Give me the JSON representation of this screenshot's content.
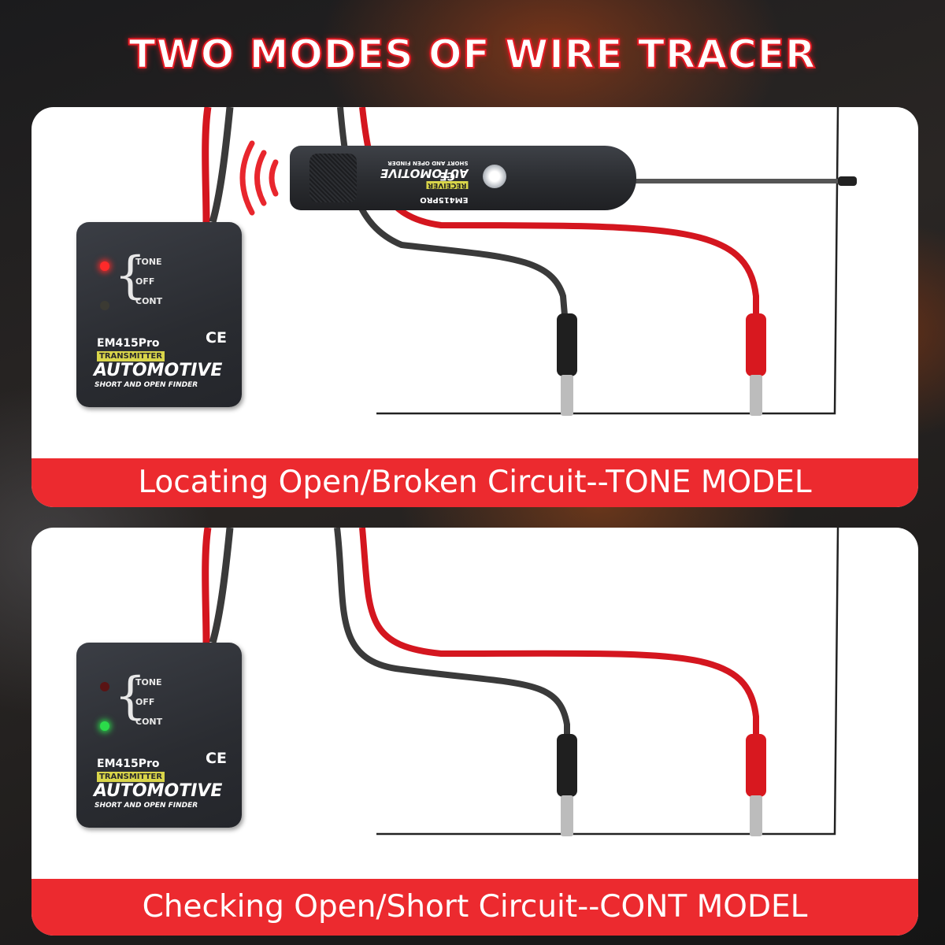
{
  "title": "TWO MODES OF WIRE TRACER",
  "transmitter": {
    "switch_labels": [
      "TONE",
      "OFF",
      "CONT"
    ],
    "model": "EM415Pro",
    "ce_mark": "CE",
    "badge": "TRANSMITTER",
    "brand": "AUTOMOTIVE",
    "subtitle": "SHORT AND OPEN FINDER"
  },
  "receiver": {
    "model": "EM415PRO",
    "badge": "RECEIVER",
    "brand": "AUTOMOTIVE",
    "subtitle": "SHORT AND OPEN FINDER",
    "ce_mark": "CE"
  },
  "panels": [
    {
      "caption": "Locating  Open/Broken Circuit--TONE MODEL",
      "active_led": "tone",
      "led_colors": {
        "tone": "#ff2a2a",
        "cont": "#3b3a33"
      }
    },
    {
      "caption": "Checking Open/Short Circuit--CONT MODEL",
      "active_led": "cont",
      "led_colors": {
        "tone": "#5a1414",
        "cont": "#2bdc4a"
      }
    }
  ],
  "colors": {
    "accent_red": "#ec2a2f",
    "title_stroke": "#e51b24",
    "wire_red": "#d4161f",
    "wire_black": "#3a3a3a"
  }
}
